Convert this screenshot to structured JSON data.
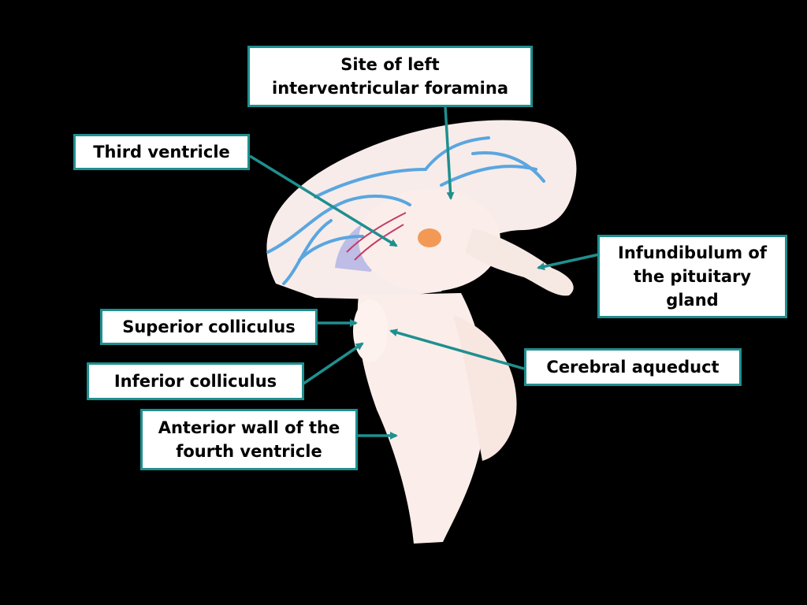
{
  "colors": {
    "background": "#000000",
    "model": "#fbece4",
    "vessel": "#5aa6e0",
    "arrow": "#1f8f8f",
    "box_border": "#1f8f8f"
  },
  "labels": {
    "foramina": [
      "Site of left",
      "interventricular foramina"
    ],
    "third_ventricle": [
      "Third ventricle"
    ],
    "infundibulum": [
      "Infundibulum of",
      "the pituitary",
      "gland"
    ],
    "superior_colliculus": [
      "Superior colliculus"
    ],
    "cerebral_aqueduct": [
      "Cerebral aqueduct"
    ],
    "inferior_colliculus": [
      "Inferior colliculus"
    ],
    "fourth_ventricle": [
      "Anterior wall of the",
      "fourth ventricle"
    ]
  }
}
